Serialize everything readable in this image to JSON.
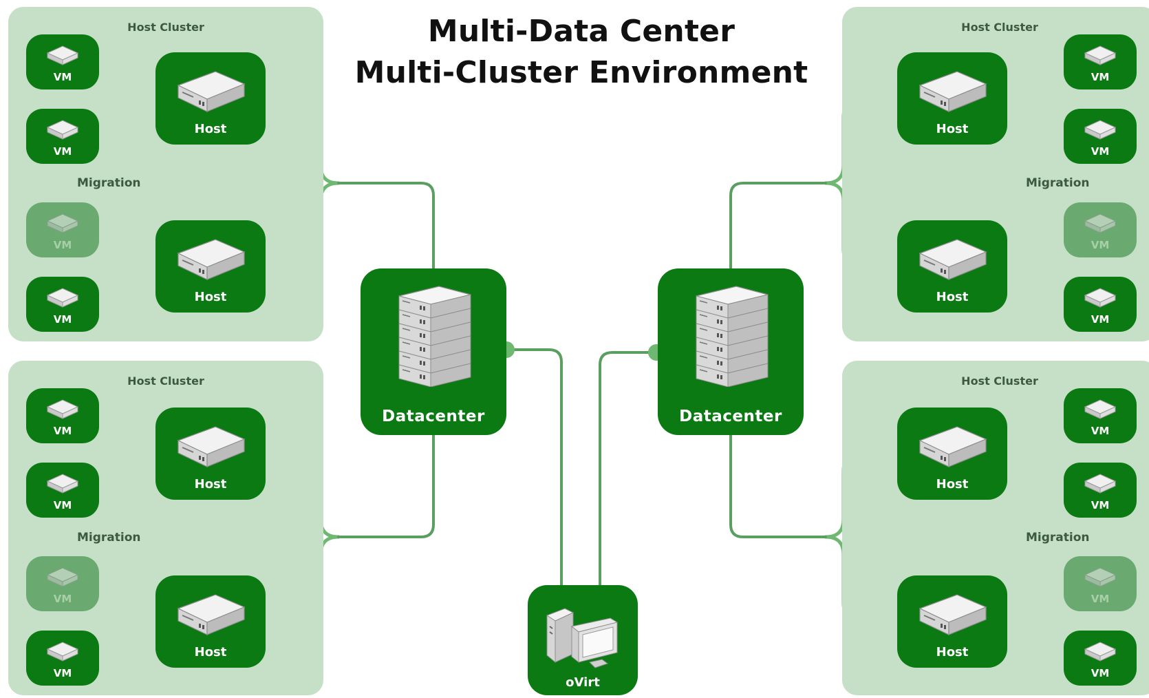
{
  "title": {
    "line1": "Multi-Data Center",
    "line2": "Multi-Cluster Environment"
  },
  "labels": {
    "host_cluster": "Host Cluster",
    "vm": "VM",
    "host": "Host",
    "datacenter": "Datacenter",
    "migration": "Migration",
    "ovirt": "oVirt"
  },
  "icons": {
    "vm": "vm-disk-icon",
    "host": "server-icon",
    "datacenter": "server-rack-icon",
    "ovirt": "desktop-computer-icon"
  },
  "colors": {
    "node": "#0b7a12",
    "cluster_bg": "#c6e0c8",
    "wire": "#6fb872",
    "ghost_vm": "#6aaa70"
  }
}
